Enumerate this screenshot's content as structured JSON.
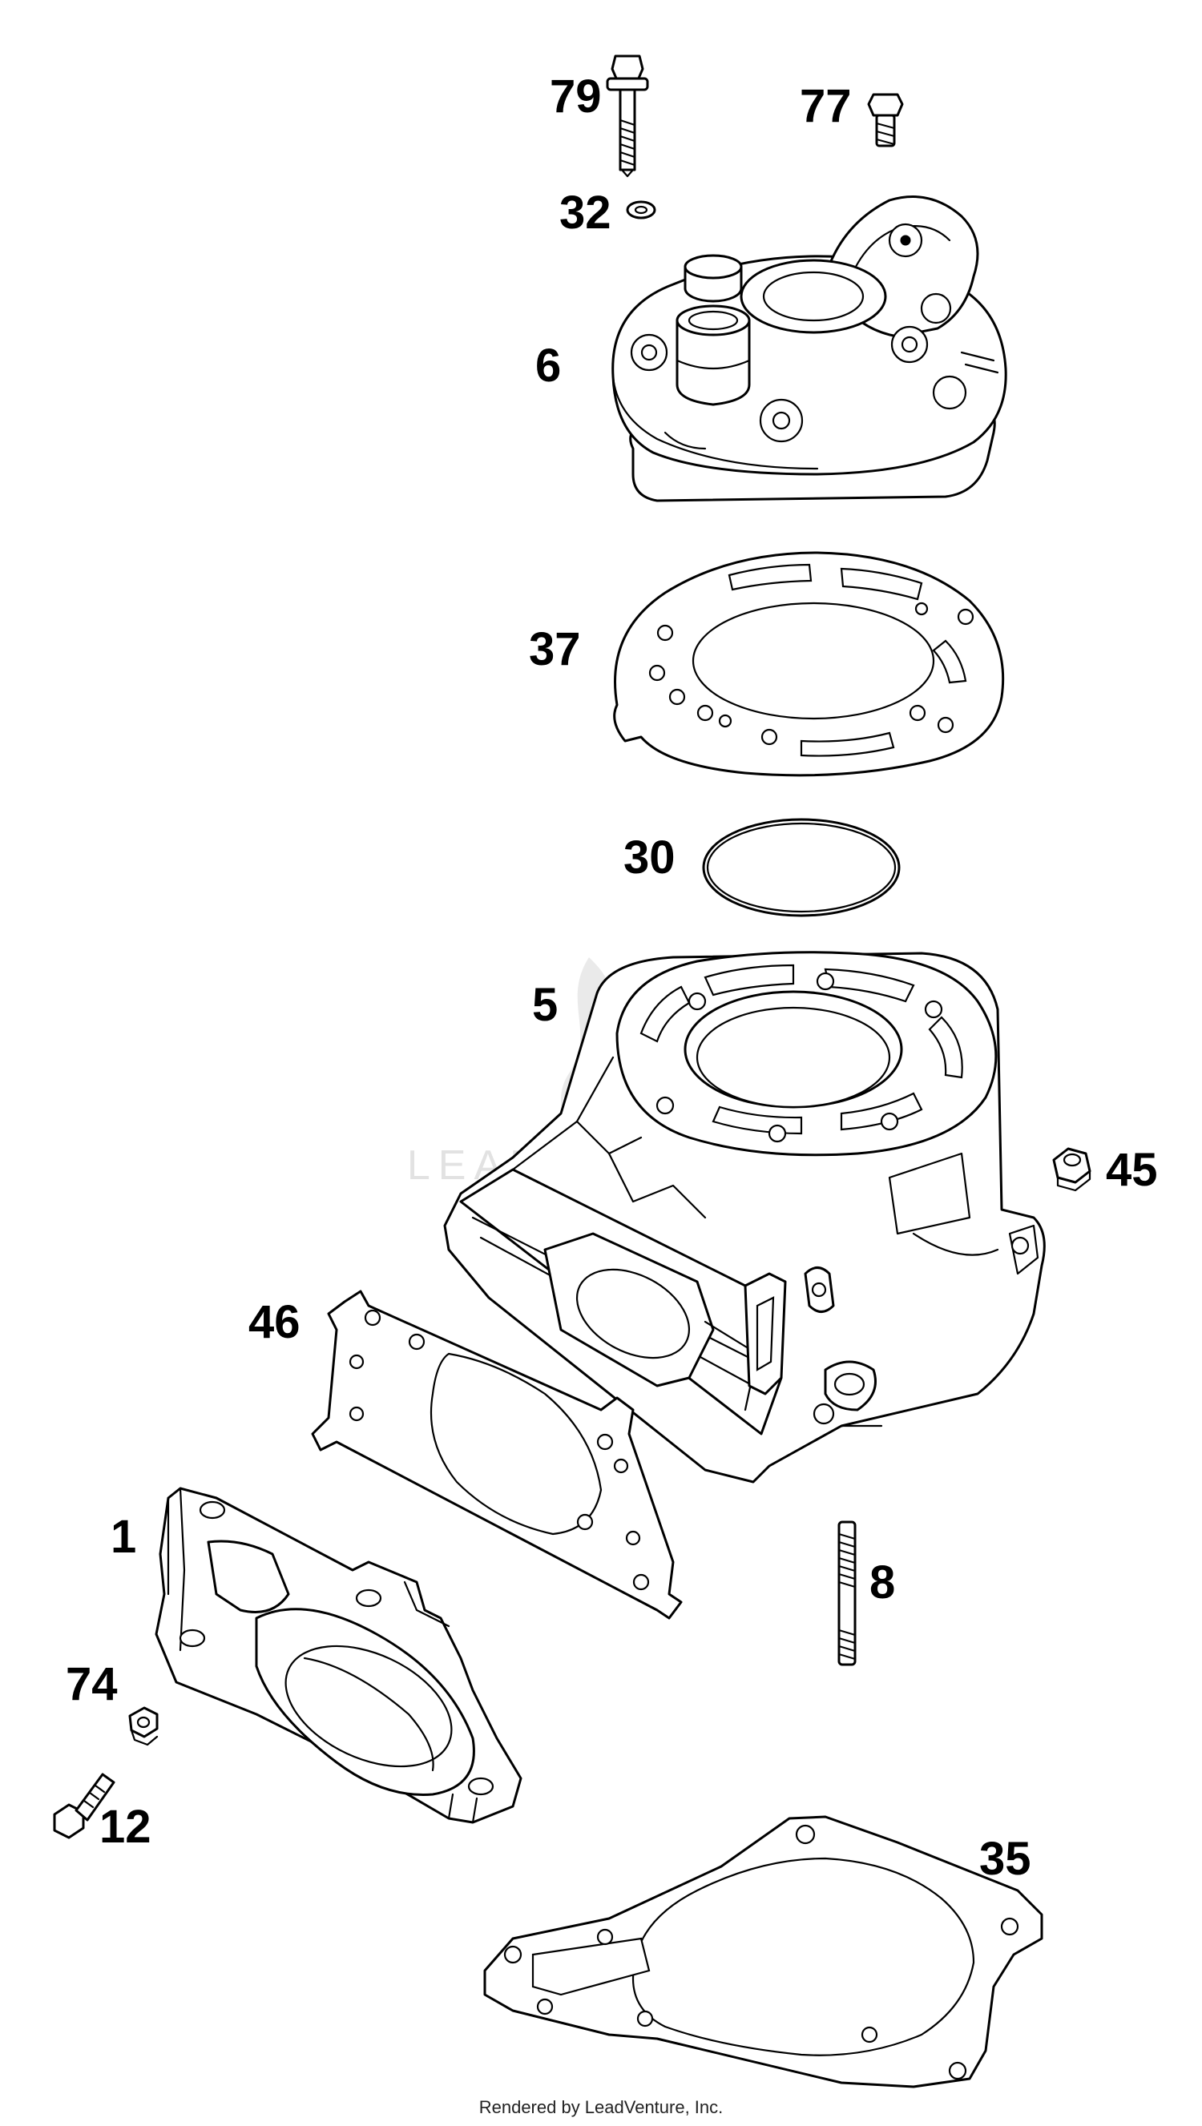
{
  "watermark": "LEADVENTURE",
  "footer": "Rendered by LeadVenture, Inc.",
  "callouts": {
    "p79": "79",
    "p77": "77",
    "p32": "32",
    "p6": "6",
    "p37": "37",
    "p30": "30",
    "p5": "5",
    "p45": "45",
    "p46": "46",
    "p1": "1",
    "p8": "8",
    "p74": "74",
    "p12": "12",
    "p35": "35"
  }
}
